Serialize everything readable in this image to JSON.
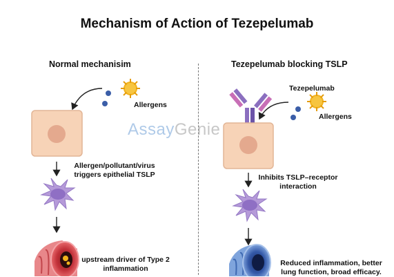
{
  "title": "Mechanism of Action of Tezepelumab",
  "left_panel": {
    "heading": "Normal mechanisim",
    "allergens_label": "Allergens",
    "trigger_label_line1": "Allergen/pollutant/virus",
    "trigger_label_line2": "triggers epithelial TSLP",
    "outcome_label_line1": "upstream driver of Type 2",
    "outcome_label_line2": "inflammation"
  },
  "right_panel": {
    "heading": "Tezepelumab blocking TSLP",
    "antibody_label": "Tezepelumab",
    "allergens_label": "Allergens",
    "inhibit_label_line1": "Inhibits TSLP–receptor",
    "inhibit_label_line2": "interaction",
    "outcome_label_line1": "Reduced inflammation, better",
    "outcome_label_line2": "lung function, broad efficacy."
  },
  "watermark": {
    "part1": "Assay",
    "part2": "Genie"
  },
  "colors": {
    "epithelial_cell": "#f7d3b7",
    "cell_nucleus": "#e4a98e",
    "allergen": "#f2b31d",
    "allergen_particle": "#3b5ea8",
    "dendritic_cell": "#b59ad9",
    "airway_inflamed": "#d9434b",
    "airway_normal": "#4d7fc4",
    "antibody": "#8b6fbf"
  }
}
